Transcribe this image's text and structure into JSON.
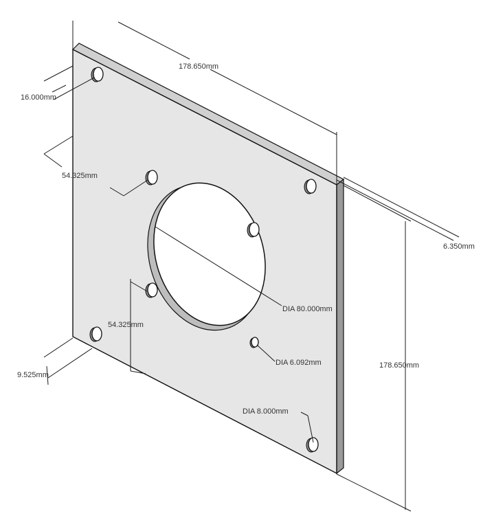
{
  "dimensions": {
    "width_top": "178.650mm",
    "hole_offset_top": "16.000mm",
    "inner_spacing_horizontal": "54.325mm",
    "inner_spacing_vertical": "54.325mm",
    "thickness": "6.350mm",
    "center_bore": "DIA 80.000mm",
    "small_hole": "DIA 6.092mm",
    "height_right": "178.650mm",
    "corner_hole": "DIA 8.000mm",
    "hole_offset_bottom": "9.525mm"
  }
}
